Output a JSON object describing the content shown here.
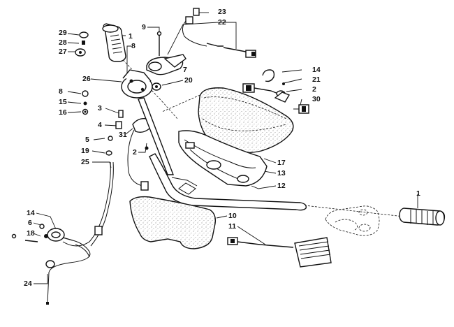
{
  "diagram": {
    "background": "#ffffff",
    "ink": "#111111",
    "callouts": [
      {
        "id": "c-23",
        "text": "23"
      },
      {
        "id": "c-22",
        "text": "22"
      },
      {
        "id": "c-9",
        "text": "9"
      },
      {
        "id": "c-1-top",
        "text": "1"
      },
      {
        "id": "c-29",
        "text": "29"
      },
      {
        "id": "c-28",
        "text": "28"
      },
      {
        "id": "c-27",
        "text": "27"
      },
      {
        "id": "c-8-top",
        "text": "8"
      },
      {
        "id": "c-7",
        "text": "7"
      },
      {
        "id": "c-26",
        "text": "26"
      },
      {
        "id": "c-20",
        "text": "20"
      },
      {
        "id": "c-14-top",
        "text": "14"
      },
      {
        "id": "c-21",
        "text": "21"
      },
      {
        "id": "c-2-right",
        "text": "2"
      },
      {
        "id": "c-30",
        "text": "30"
      },
      {
        "id": "c-8-left",
        "text": "8"
      },
      {
        "id": "c-15",
        "text": "15"
      },
      {
        "id": "c-16",
        "text": "16"
      },
      {
        "id": "c-3",
        "text": "3"
      },
      {
        "id": "c-4",
        "text": "4"
      },
      {
        "id": "c-31",
        "text": "31"
      },
      {
        "id": "c-5",
        "text": "5"
      },
      {
        "id": "c-2-mid",
        "text": "2"
      },
      {
        "id": "c-19",
        "text": "19"
      },
      {
        "id": "c-25",
        "text": "25"
      },
      {
        "id": "c-17",
        "text": "17"
      },
      {
        "id": "c-13",
        "text": "13"
      },
      {
        "id": "c-12",
        "text": "12"
      },
      {
        "id": "c-1-right",
        "text": "1"
      },
      {
        "id": "c-10",
        "text": "10"
      },
      {
        "id": "c-11",
        "text": "11"
      },
      {
        "id": "c-14-left",
        "text": "14"
      },
      {
        "id": "c-6",
        "text": "6"
      },
      {
        "id": "c-18",
        "text": "18"
      },
      {
        "id": "c-24",
        "text": "24"
      }
    ]
  }
}
